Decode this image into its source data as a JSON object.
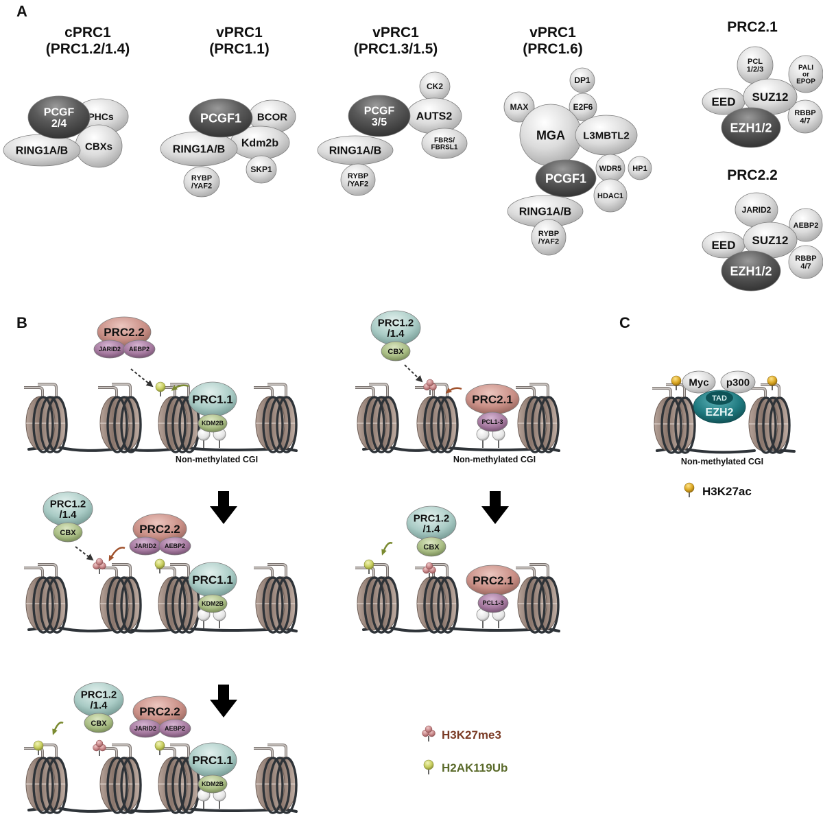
{
  "panels": {
    "A": {
      "letter": "A",
      "complexes": [
        {
          "id": "cprc1",
          "title_line1": "cPRC1",
          "title_line2": "(PRC1.2/1.4)",
          "subunits": [
            {
              "label": "PHCs",
              "shade": "light",
              "size": "m"
            },
            {
              "label": "CBXs",
              "shade": "light",
              "size": "m"
            },
            {
              "label": "RING1A/B",
              "shade": "light",
              "size": "m"
            },
            {
              "label": "PCGF\n2/4",
              "shade": "dark",
              "size": "l"
            }
          ]
        },
        {
          "id": "prc1-1",
          "title_line1": "vPRC1",
          "title_line2": "(PRC1.1)",
          "subunits": [
            {
              "label": "BCOR",
              "shade": "light",
              "size": "m"
            },
            {
              "label": "Kdm2b",
              "shade": "light",
              "size": "m"
            },
            {
              "label": "SKP1",
              "shade": "light",
              "size": "s"
            },
            {
              "label": "RING1A/B",
              "shade": "light",
              "size": "m"
            },
            {
              "label": "RYBP\n/YAF2",
              "shade": "light",
              "size": "s"
            },
            {
              "label": "PCGF1",
              "shade": "dark",
              "size": "l"
            }
          ]
        },
        {
          "id": "prc1-3-5",
          "title_line1": "vPRC1",
          "title_line2": "(PRC1.3/1.5)",
          "subunits": [
            {
              "label": "CK2",
              "shade": "light",
              "size": "s"
            },
            {
              "label": "AUTS2",
              "shade": "light",
              "size": "m"
            },
            {
              "label": "FBRS/\nFBRSL1",
              "shade": "light",
              "size": "s"
            },
            {
              "label": "RING1A/B",
              "shade": "light",
              "size": "m"
            },
            {
              "label": "RYBP\n/YAF2",
              "shade": "light",
              "size": "s"
            },
            {
              "label": "PCGF\n3/5",
              "shade": "dark",
              "size": "l"
            }
          ]
        },
        {
          "id": "prc1-6",
          "title_line1": "vPRC1",
          "title_line2": "(PRC1.6)",
          "subunits": [
            {
              "label": "DP1",
              "shade": "light",
              "size": "s"
            },
            {
              "label": "MAX",
              "shade": "light",
              "size": "s"
            },
            {
              "label": "E2F6",
              "shade": "light",
              "size": "s"
            },
            {
              "label": "MGA",
              "shade": "light",
              "size": "xl"
            },
            {
              "label": "L3MBTL2",
              "shade": "light",
              "size": "m"
            },
            {
              "label": "HP1",
              "shade": "light",
              "size": "s"
            },
            {
              "label": "WDR5",
              "shade": "light",
              "size": "s"
            },
            {
              "label": "HDAC1",
              "shade": "light",
              "size": "s"
            },
            {
              "label": "RING1A/B",
              "shade": "light",
              "size": "m"
            },
            {
              "label": "RYBP\n/YAF2",
              "shade": "light",
              "size": "s"
            },
            {
              "label": "PCGF1",
              "shade": "dark",
              "size": "l"
            }
          ]
        },
        {
          "id": "prc2-1",
          "title_line1": "PRC2.1",
          "title_line2": "",
          "subunits": [
            {
              "label": "PCL\n1/2/3",
              "shade": "light",
              "size": "s"
            },
            {
              "label": "PALI\nor\nEPOP",
              "shade": "light",
              "size": "s"
            },
            {
              "label": "EED",
              "shade": "light",
              "size": "m"
            },
            {
              "label": "RBBP\n4/7",
              "shade": "light",
              "size": "s"
            },
            {
              "label": "SUZ12",
              "shade": "light",
              "size": "m"
            },
            {
              "label": "EZH1/2",
              "shade": "dark",
              "size": "l"
            }
          ]
        },
        {
          "id": "prc2-2",
          "title_line1": "PRC2.2",
          "title_line2": "",
          "subunits": [
            {
              "label": "JARID2",
              "shade": "light",
              "size": "s"
            },
            {
              "label": "AEBP2",
              "shade": "light",
              "size": "s"
            },
            {
              "label": "EED",
              "shade": "light",
              "size": "m"
            },
            {
              "label": "RBBP\n4/7",
              "shade": "light",
              "size": "s"
            },
            {
              "label": "SUZ12",
              "shade": "light",
              "size": "m"
            },
            {
              "label": "EZH1/2",
              "shade": "dark",
              "size": "l"
            }
          ]
        }
      ]
    },
    "B": {
      "letter": "B",
      "cgi_label": "Non-methylated CGI",
      "complex_labels": {
        "prc2_2": "PRC2.2",
        "jarid2": "JARID2",
        "aebp2": "AEBP2",
        "prc1_1": "PRC1.1",
        "kdm2b": "KDM2B",
        "prc1_2": "PRC1.2\n/1.4",
        "cbx": "CBX",
        "prc2_1": "PRC2.1",
        "pcl": "PCL1-3"
      }
    },
    "C": {
      "letter": "C",
      "cgi_label": "Non-methylated CGI",
      "myc": "Myc",
      "p300": "p300",
      "tad": "TAD",
      "ezh2": "EZH2",
      "legend": {
        "label": "H3K27ac",
        "color": "#d9a520"
      }
    },
    "legend": [
      {
        "label": "H3K27me3",
        "color": "#7a3a24",
        "icon": "h3k27me3-mark-icon"
      },
      {
        "label": "H2AK119Ub",
        "color": "#5a6a2a",
        "icon": "h2ak119ub-mark-icon"
      }
    ]
  },
  "colors": {
    "subunit_light": "#d8d8d8",
    "subunit_dark": "#555555",
    "prc2": "#c98f86",
    "prc2_sub": "#a77aa0",
    "prc1": "#a9cbc5",
    "prc1_sub": "#a9bd84",
    "nucleosome": "#a89488",
    "dna": "#2e3338",
    "ub_mark": "#c9cf63",
    "me3_mark": "#c98a8c",
    "ac_mark": "#d9a520",
    "ezh2_teal": "#1f7a80",
    "me3_arrow": "#a0522d",
    "ub_arrow": "#7a8a30"
  }
}
